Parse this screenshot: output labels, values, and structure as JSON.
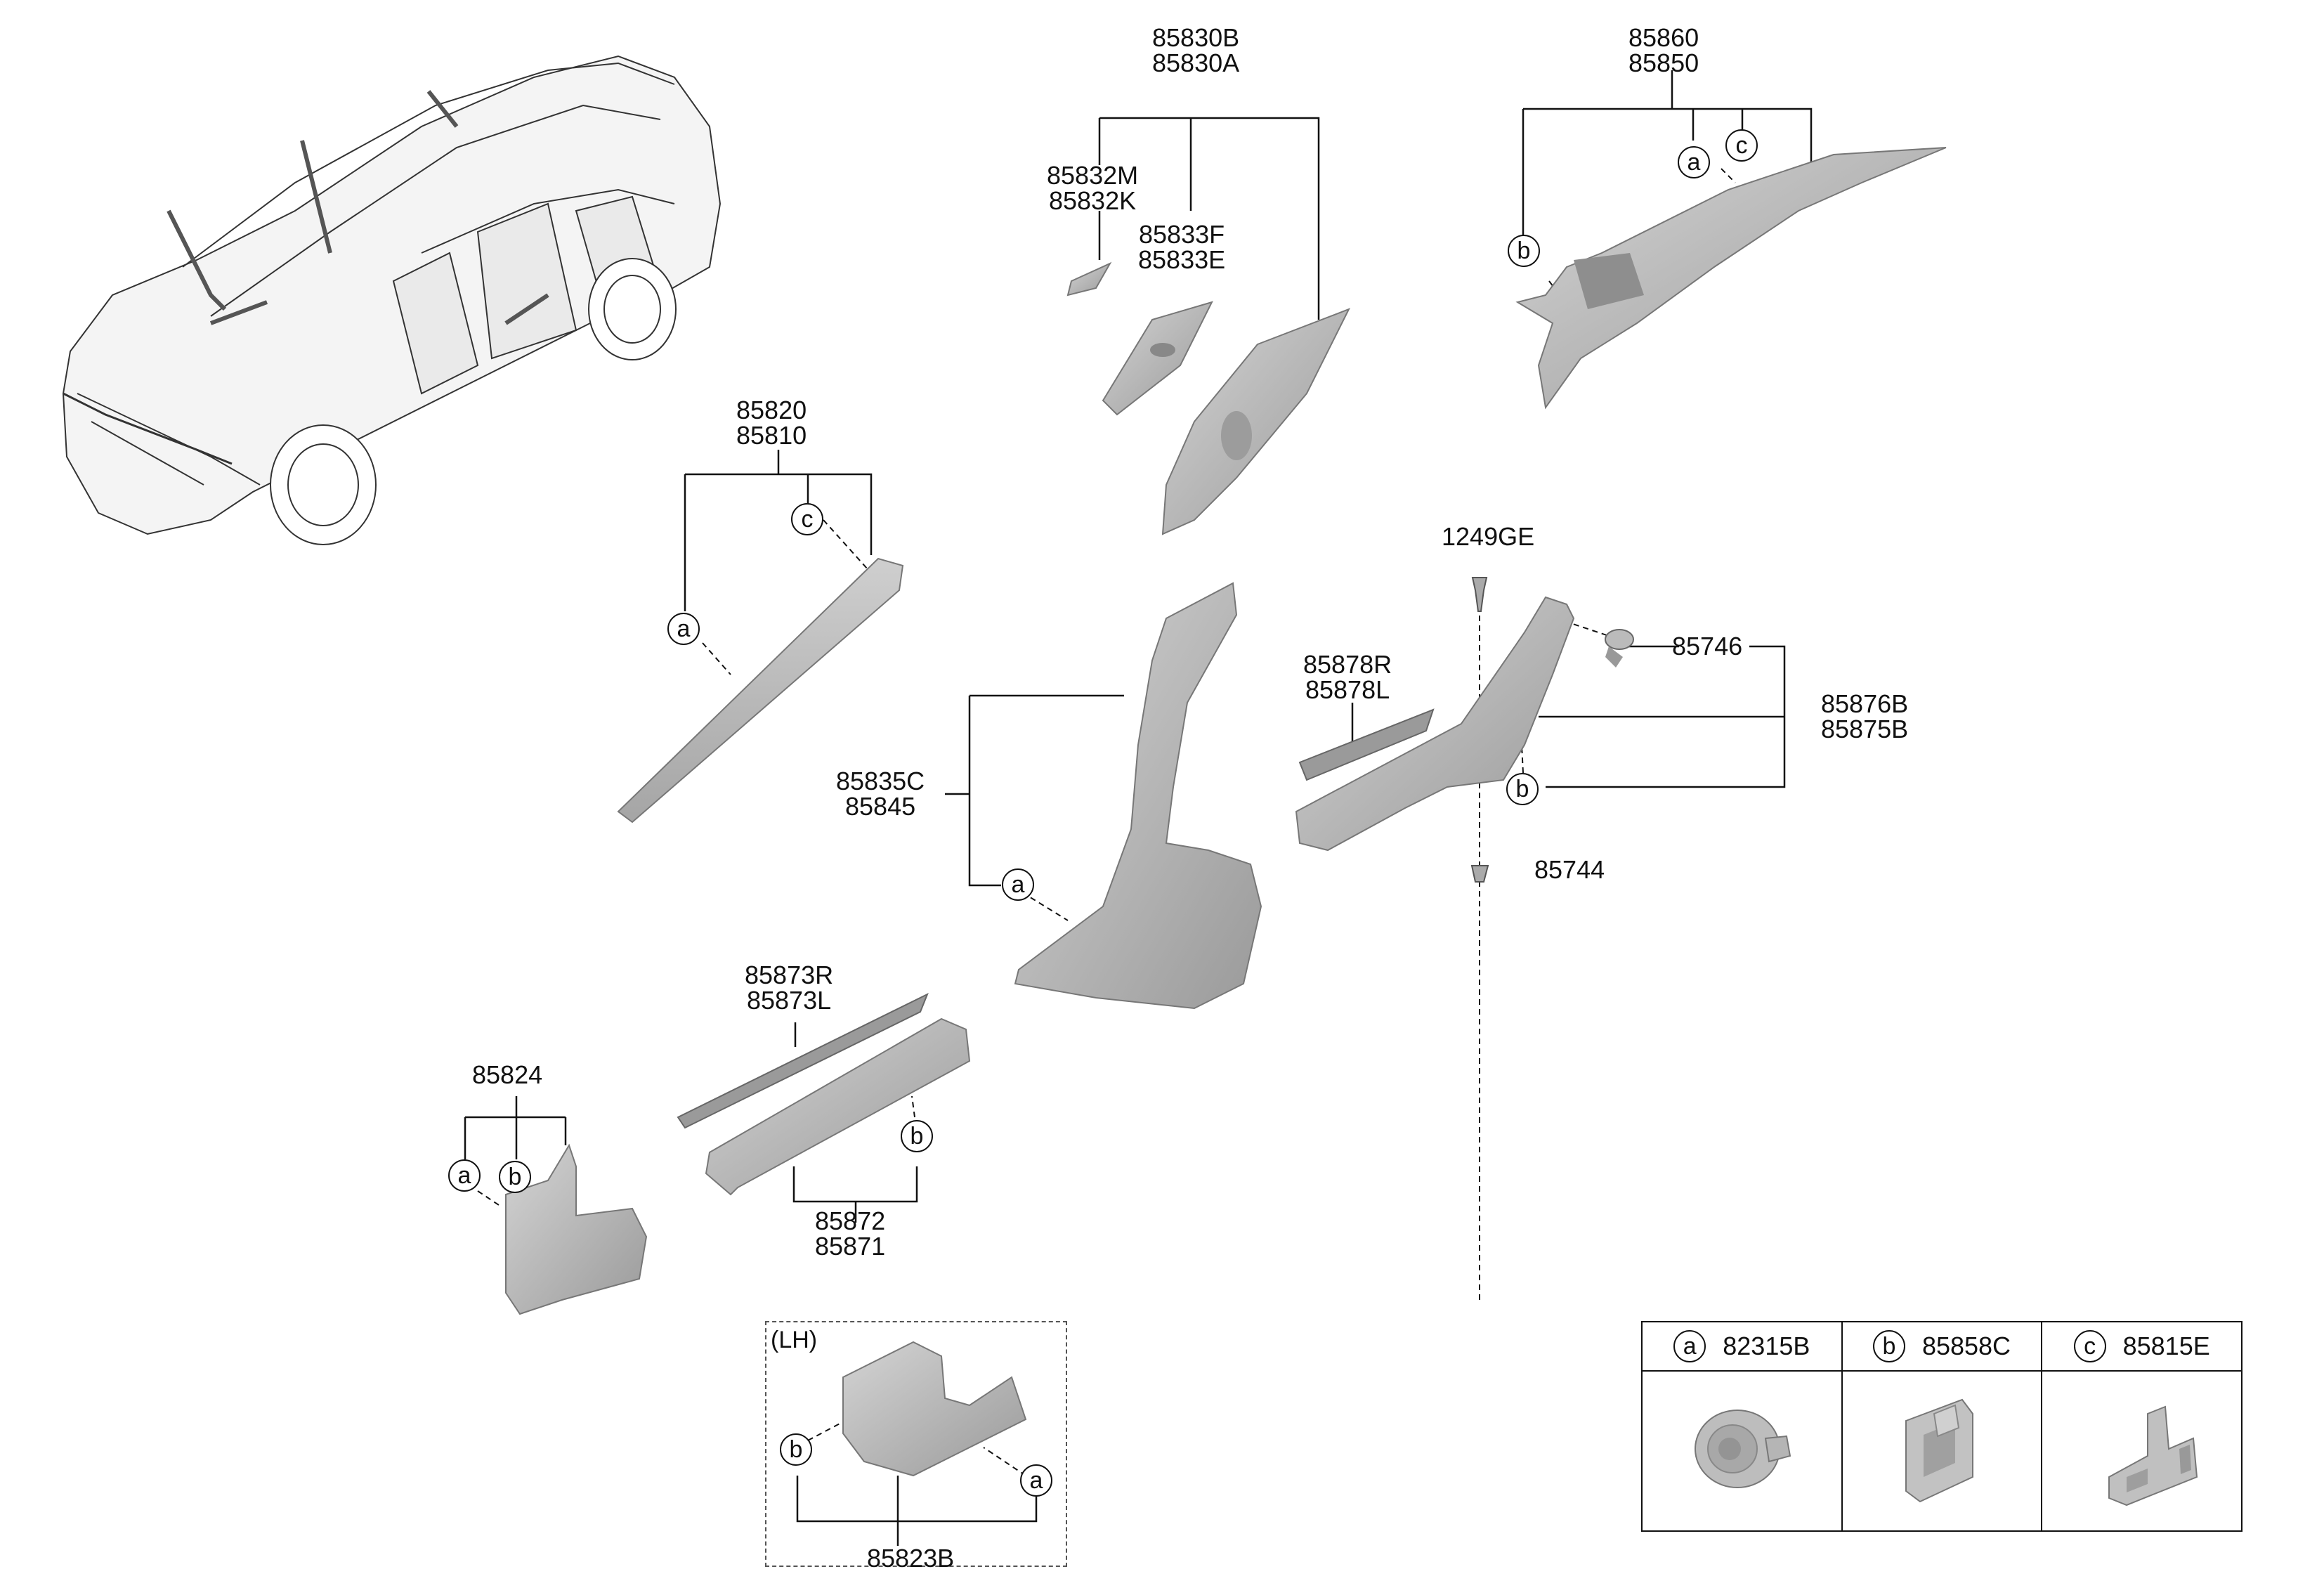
{
  "labels": {
    "p85830": [
      "85830B",
      "85830A"
    ],
    "p85832": [
      "85832M",
      "85832K"
    ],
    "p85833": [
      "85833F",
      "85833E"
    ],
    "p85860": [
      "85860",
      "85850"
    ],
    "p85820": [
      "85820",
      "85810"
    ],
    "p1249": "1249GE",
    "p85878": [
      "85878R",
      "85878L"
    ],
    "p85746": "85746",
    "p85876": [
      "85876B",
      "85875B"
    ],
    "p85835": [
      "85835C",
      "85845"
    ],
    "p85744": "85744",
    "p85873": [
      "85873R",
      "85873L"
    ],
    "p85824": "85824",
    "p85872": [
      "85872",
      "85871"
    ],
    "lh_tag": "(LH)",
    "p85823": "85823B"
  },
  "callouts": {
    "a": "a",
    "b": "b",
    "c": "c"
  },
  "legend": [
    {
      "callout": "a",
      "part": "82315B",
      "icon": "grommet-clip-icon"
    },
    {
      "callout": "b",
      "part": "85858C",
      "icon": "retainer-clip-icon"
    },
    {
      "callout": "c",
      "part": "85815E",
      "icon": "hook-clip-icon"
    }
  ],
  "colors": {
    "part_fill": "#bdbdbd",
    "part_dark": "#8e8e8e",
    "line": "#111111"
  }
}
